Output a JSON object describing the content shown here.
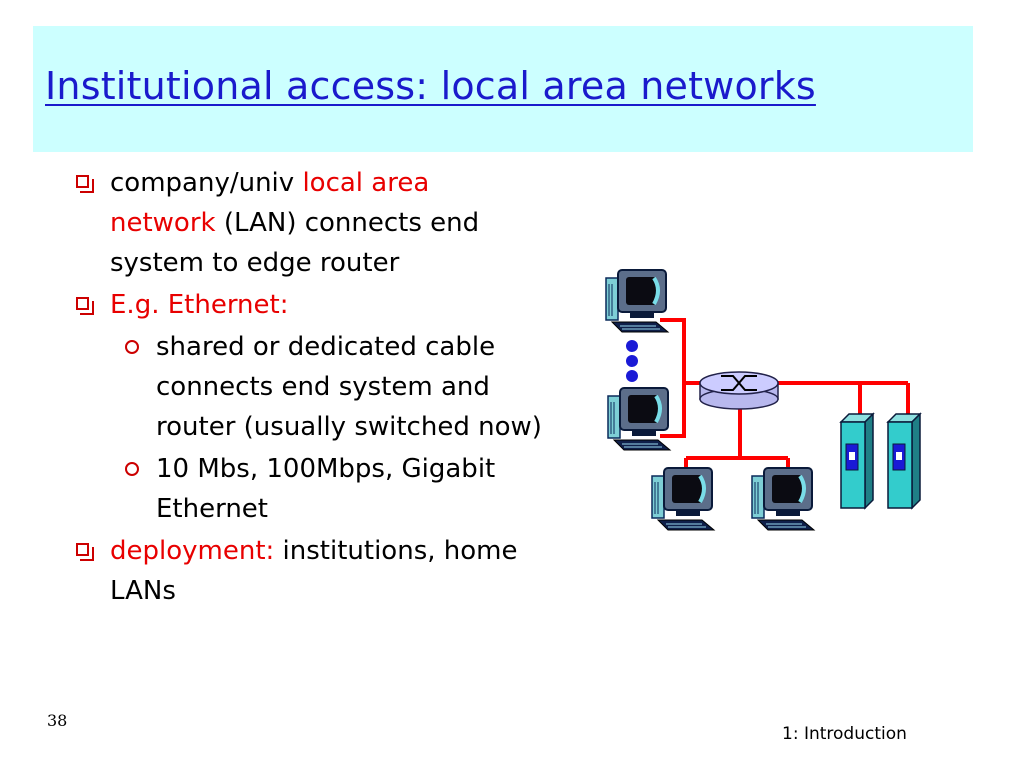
{
  "title": "Institutional access: local area networks",
  "bullets": [
    {
      "level": 1,
      "parts": [
        {
          "text": "company/univ ",
          "color": "black"
        },
        {
          "text": "local area network",
          "color": "red"
        },
        {
          "text": " (LAN) connects end system to edge router",
          "color": "black"
        }
      ]
    },
    {
      "level": 1,
      "parts": [
        {
          "text": "E.g. Ethernet:",
          "color": "red"
        }
      ]
    },
    {
      "level": 2,
      "parts": [
        {
          "text": "shared or dedicated cable connects end system and router (usually switched now)",
          "color": "black"
        }
      ]
    },
    {
      "level": 2,
      "parts": [
        {
          "text": "10 Mbs, 100Mbps, Gigabit Ethernet",
          "color": "black"
        }
      ]
    },
    {
      "level": 1,
      "parts": [
        {
          "text": "deployment:",
          "color": "red"
        },
        {
          "text": " institutions, home LANs",
          "color": "black"
        }
      ]
    }
  ],
  "slide_number": "38",
  "footer": "1: Introduction",
  "colors": {
    "title_background": "#ccffff",
    "title_text": "#1a1acc",
    "accent_red": "#e80000",
    "link_red": "#ff0000",
    "dots_blue": "#1a1ad6",
    "switch_fill": "#ccccff",
    "server_fill": "#33cccc"
  },
  "diagram": {
    "nodes": [
      {
        "id": "pc-top-left",
        "icon": "desktop-computer-icon"
      },
      {
        "id": "pc-mid-left",
        "icon": "desktop-computer-icon"
      },
      {
        "id": "pc-bottom-1",
        "icon": "desktop-computer-icon"
      },
      {
        "id": "pc-bottom-2",
        "icon": "desktop-computer-icon"
      },
      {
        "id": "ethernet-switch",
        "icon": "switch-icon"
      },
      {
        "id": "server-1",
        "icon": "server-icon"
      },
      {
        "id": "server-2",
        "icon": "server-icon"
      }
    ],
    "ellipsis_icon": "vertical-ellipsis-icon"
  }
}
